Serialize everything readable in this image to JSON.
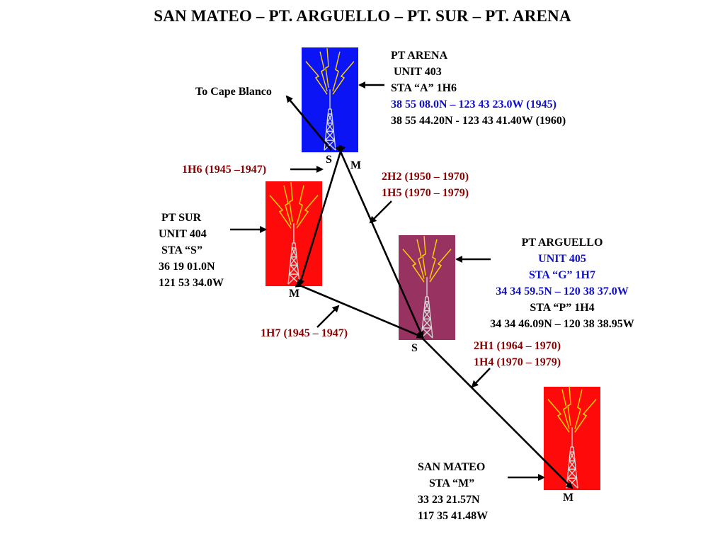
{
  "title": "SAN MATEO – PT. ARGUELLO – PT. SUR – PT. ARENA",
  "colors": {
    "arena_box": "#0a14f5",
    "sur_box": "#ff0a0a",
    "arguello_box": "#983260",
    "mateo_box": "#ff0a0a",
    "accent_blue": "#1010cc",
    "accent_red": "#8b0000"
  },
  "stations": {
    "arena": {
      "name": "PT ARENA",
      "unit": " UNIT 403",
      "sta": "STA “A” 1H6",
      "coord_1945": "38 55 08.0N – 123 43 23.0W (1945)",
      "coord_1960": "38 55 44.20N - 123 43 41.40W (1960)",
      "label_s": "S",
      "label_m": "M"
    },
    "sur": {
      "name": " PT SUR",
      "unit": "UNIT 404",
      "sta": " STA “S”",
      "lat": "36 19 01.0N",
      "lon": "121 53 34.0W",
      "label_m": "M"
    },
    "arguello": {
      "name": "PT ARGUELLO",
      "unit": "UNIT 405",
      "sta_g": "STA “G” 1H7",
      "coord_g": "34 34 59.5N – 120 38 37.0W",
      "sta_p": "STA “P” 1H4",
      "coord_p": "34 34 46.09N – 120 38 38.95W",
      "label_s": "S"
    },
    "mateo": {
      "name": "SAN MATEO",
      "sta": "STA “M”",
      "lat": "33 23 21.57N",
      "lon": "117 35 41.48W",
      "label_m": "M"
    }
  },
  "links": {
    "cape_blanco": "To Cape Blanco",
    "arena_sur": "1H6 (1945 –1947)",
    "arena_arguello_1": "2H2 (1950 – 1970)",
    "arena_arguello_2": "1H5 (1970 – 1979)",
    "sur_arguello": "1H7 (1945 – 1947)",
    "arguello_mateo_1": "2H1 (1964 – 1970)",
    "arguello_mateo_2": "1H4 (1970 – 1979)"
  }
}
